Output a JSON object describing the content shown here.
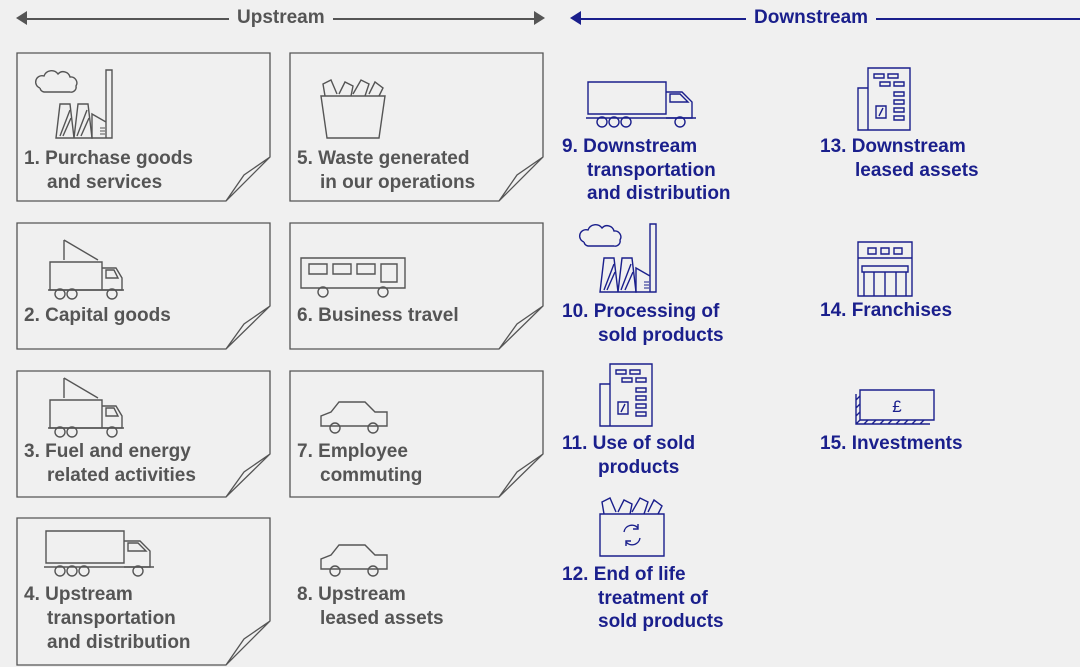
{
  "upstream": {
    "label": "Upstream",
    "items": [
      {
        "num": "1.",
        "line1": "Purchase goods",
        "line2": "and services",
        "icon": "factory-icon"
      },
      {
        "num": "2.",
        "line1": "Capital goods",
        "line2": "",
        "icon": "truck-icon"
      },
      {
        "num": "3.",
        "line1": "Fuel and energy",
        "line2": "related activities",
        "icon": "tanker-icon"
      },
      {
        "num": "4.",
        "line1": "Upstream",
        "line2": "transportation",
        "line3": "and distribution",
        "icon": "lorry-icon"
      },
      {
        "num": "5.",
        "line1": "Waste generated",
        "line2": "in our operations",
        "icon": "waste-bin-icon"
      },
      {
        "num": "6.",
        "line1": "Business travel",
        "line2": "",
        "icon": "bus-icon"
      },
      {
        "num": "7.",
        "line1": "Employee",
        "line2": "commuting",
        "icon": "car-icon"
      },
      {
        "num": "8.",
        "line1": "Upstream",
        "line2": "leased assets",
        "icon": "car-icon"
      }
    ]
  },
  "downstream": {
    "label": "Downstream",
    "items": [
      {
        "num": "9.",
        "line1": "Downstream",
        "line2": "transportation",
        "line3": "and distribution",
        "icon": "lorry-icon"
      },
      {
        "num": "10.",
        "line1": "Processing of",
        "line2": "sold products",
        "icon": "factory-icon"
      },
      {
        "num": "11.",
        "line1": "Use of sold",
        "line2": "products",
        "icon": "building-icon"
      },
      {
        "num": "12.",
        "line1": "End of life",
        "line2": "treatment of",
        "line3": "sold products",
        "icon": "recycle-bin-icon"
      },
      {
        "num": "13.",
        "line1": "Downstream",
        "line2": "leased assets",
        "icon": "building-icon"
      },
      {
        "num": "14.",
        "line1": "Franchises",
        "line2": "",
        "icon": "shop-icon"
      },
      {
        "num": "15.",
        "line1": "Investments",
        "line2": "",
        "icon": "banknote-icon",
        "note_symbol": "£"
      }
    ]
  },
  "colors": {
    "upstream": "#555555",
    "downstream": "#1a1f8c",
    "background": "#f0f0f0"
  }
}
